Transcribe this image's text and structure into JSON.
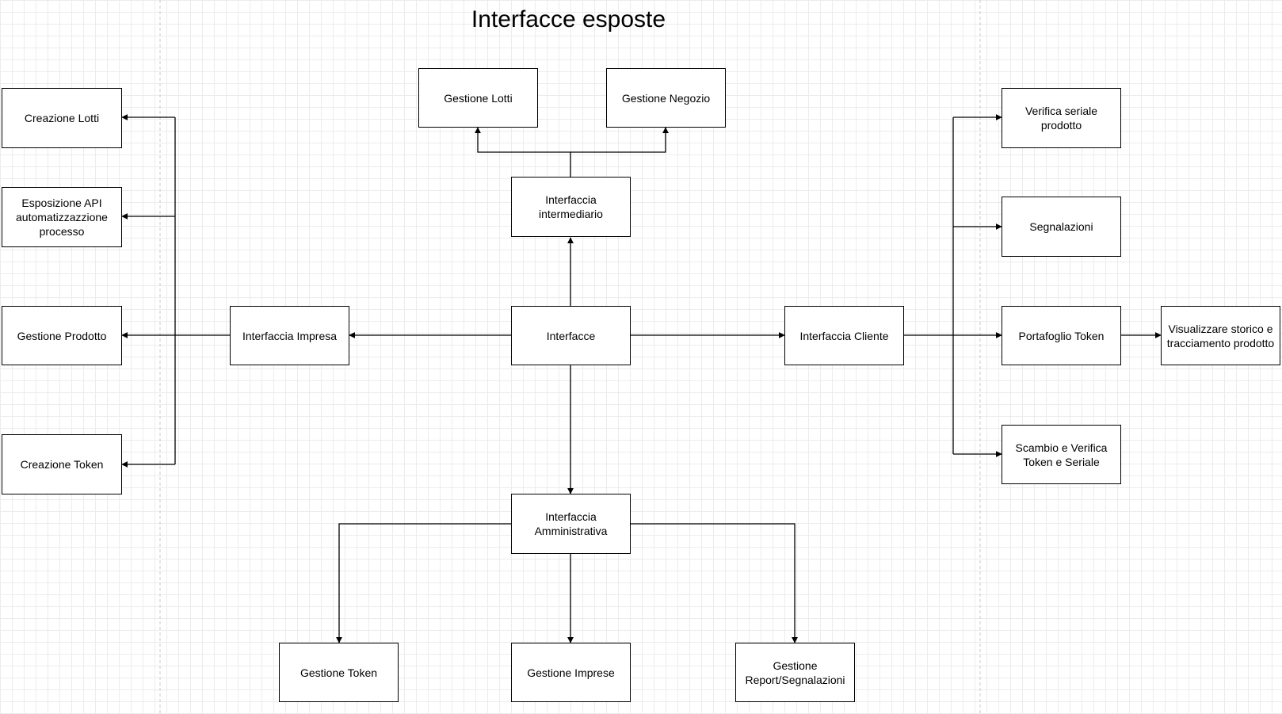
{
  "title": "Interfacce esposte",
  "colors": {
    "stroke": "#000000",
    "grid": "#ececec",
    "divider": "#c8c8c8",
    "background": "#ffffff"
  },
  "nodes": {
    "interfacce": "Interfacce",
    "interfaccia_intermediario": "Interfaccia intermediario",
    "gestione_lotti": "Gestione Lotti",
    "gestione_negozio": "Gestione Negozio",
    "interfaccia_impresa": "Interfaccia Impresa",
    "creazione_lotti": "Creazione Lotti",
    "esposizione_api": "Esposizione API automatizzazzione processo",
    "gestione_prodotto": "Gestione Prodotto",
    "creazione_token": "Creazione Token",
    "interfaccia_cliente": "Interfaccia Cliente",
    "verifica_seriale": "Verifica seriale prodotto",
    "segnalazioni": "Segnalazioni",
    "portafoglio_token": "Portafoglio Token",
    "visualizzare_storico": "Visualizzare storico e tracciamento prodotto",
    "scambio_verifica": "Scambio e Verifica Token e Seriale",
    "interfaccia_amministrativa": "Interfaccia Amministrativa",
    "gestione_token": "Gestione Token",
    "gestione_imprese": "Gestione Imprese",
    "gestione_report": "Gestione Report/Segnalazioni"
  },
  "edges": [
    {
      "from": "interfacce",
      "to": "interfaccia_intermediario"
    },
    {
      "from": "interfaccia_intermediario",
      "to": "gestione_lotti"
    },
    {
      "from": "interfaccia_intermediario",
      "to": "gestione_negozio"
    },
    {
      "from": "interfacce",
      "to": "interfaccia_impresa"
    },
    {
      "from": "interfaccia_impresa",
      "to": "creazione_lotti"
    },
    {
      "from": "interfaccia_impresa",
      "to": "esposizione_api"
    },
    {
      "from": "interfaccia_impresa",
      "to": "gestione_prodotto"
    },
    {
      "from": "interfaccia_impresa",
      "to": "creazione_token"
    },
    {
      "from": "interfacce",
      "to": "interfaccia_cliente"
    },
    {
      "from": "interfaccia_cliente",
      "to": "verifica_seriale"
    },
    {
      "from": "interfaccia_cliente",
      "to": "segnalazioni"
    },
    {
      "from": "interfaccia_cliente",
      "to": "portafoglio_token"
    },
    {
      "from": "interfaccia_cliente",
      "to": "scambio_verifica"
    },
    {
      "from": "portafoglio_token",
      "to": "visualizzare_storico"
    },
    {
      "from": "interfacce",
      "to": "interfaccia_amministrativa"
    },
    {
      "from": "interfaccia_amministrativa",
      "to": "gestione_token"
    },
    {
      "from": "interfaccia_amministrativa",
      "to": "gestione_imprese"
    },
    {
      "from": "interfaccia_amministrativa",
      "to": "gestione_report"
    }
  ]
}
